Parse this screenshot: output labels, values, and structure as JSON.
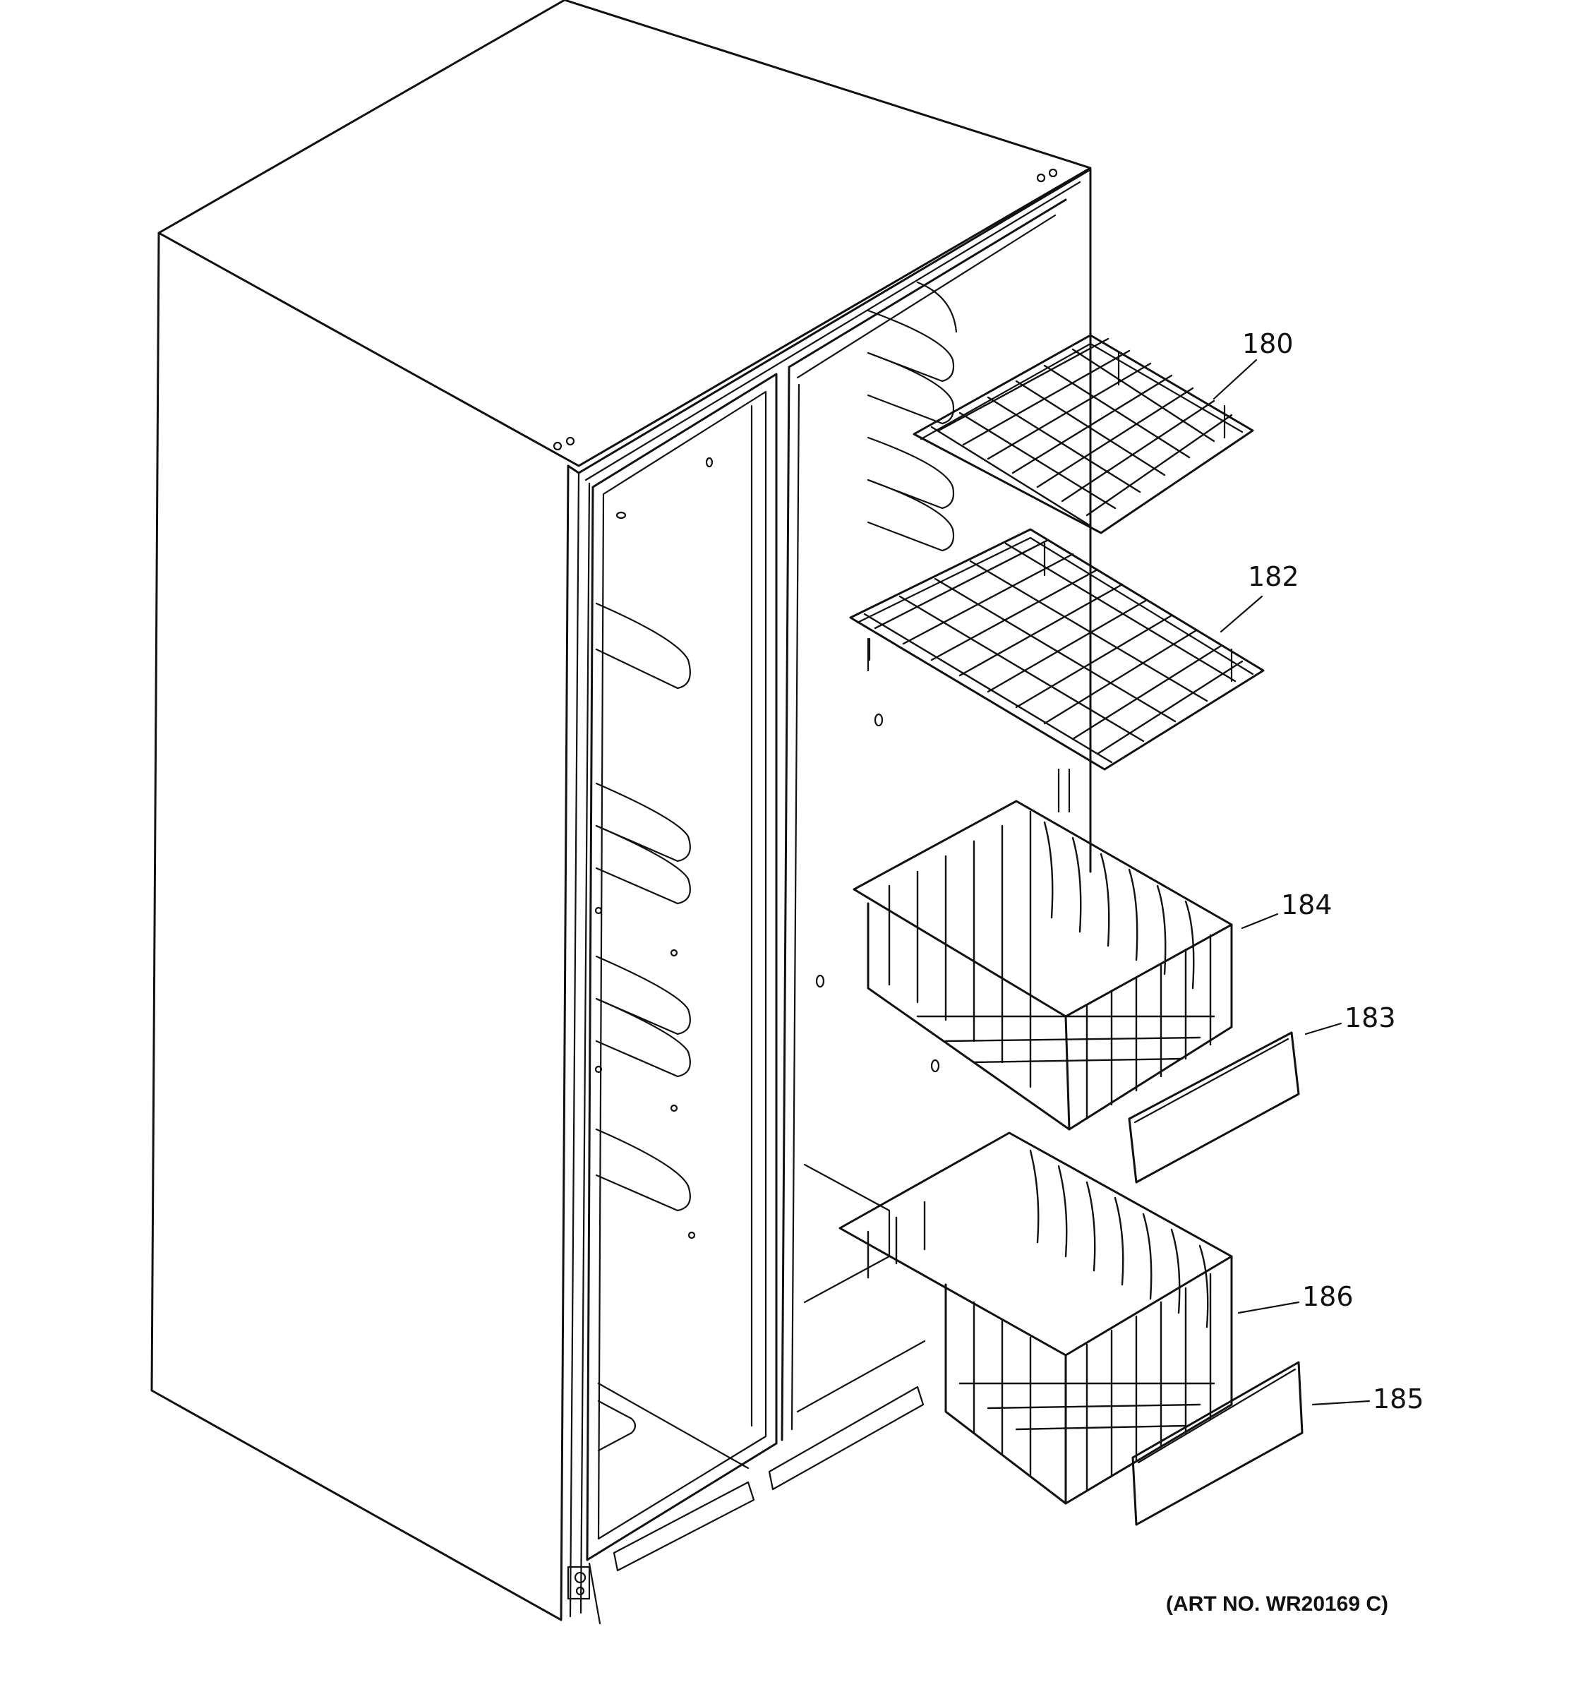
{
  "callouts": [
    {
      "id": "180",
      "label": "180"
    },
    {
      "id": "182",
      "label": "182"
    },
    {
      "id": "184",
      "label": "184"
    },
    {
      "id": "183",
      "label": "183"
    },
    {
      "id": "186",
      "label": "186"
    },
    {
      "id": "185",
      "label": "185"
    }
  ],
  "art_number": "(ART NO. WR20169 C)"
}
